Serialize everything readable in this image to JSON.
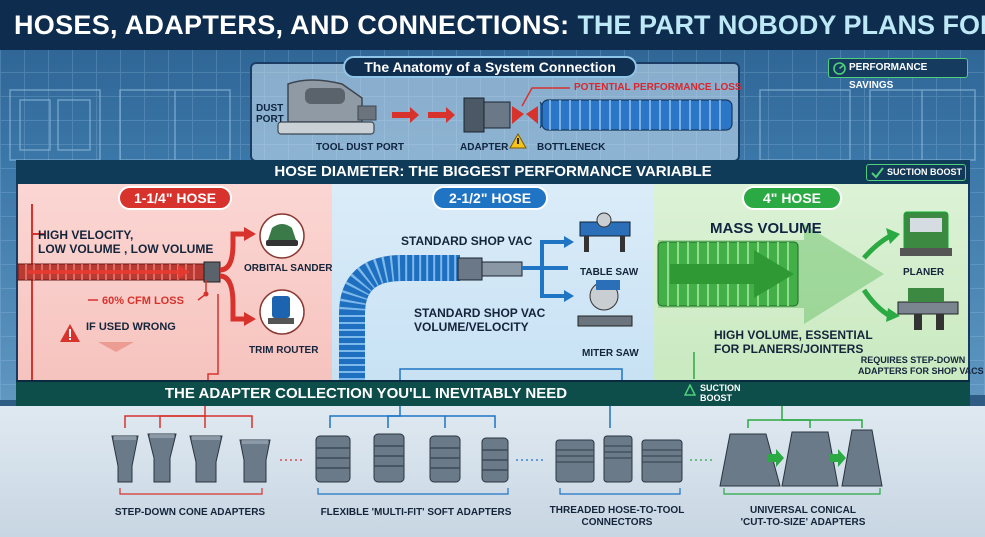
{
  "title": {
    "main": "HOSES, ADAPTERS, AND CONNECTIONS:",
    "accent": "THE PART NOBODY PLANS FOR"
  },
  "anatomy": {
    "heading": "The Anatomy of a System Connection",
    "dust_port": "DUST PORT",
    "tool_dust_port": "TOOL DUST PORT",
    "adapter": "ADAPTER",
    "bottleneck": "BOTTLENECK",
    "potential_loss": "POTENTIAL PERFORMANCE LOSS",
    "badge": "PERFORMANCE SAVINGS"
  },
  "diameter": {
    "heading": "HOSE DIAMETER: THE BIGGEST PERFORMANCE VARIABLE",
    "badge": "SUCTION BOOST",
    "small": {
      "label": "1-1/4\" HOSE",
      "desc_line1": "HIGH VELOCITY,",
      "desc_line2": "LOW VOLUME , LOW VOLUME",
      "cfm_loss": "60% CFM LOSS",
      "warning": "IF USED WRONG",
      "tool1": "ORBITAL SANDER",
      "tool2": "TRIM ROUTER"
    },
    "medium": {
      "label": "2-1/2\" HOSE",
      "desc_top": "STANDARD SHOP VAC",
      "desc_line1": "STANDARD SHOP VAC",
      "desc_line2": "VOLUME/VELOCITY",
      "tool1": "TABLE SAW",
      "tool2": "MITER SAW"
    },
    "large": {
      "label": "4\" HOSE",
      "mass": "MASS VOLUME",
      "desc_line1": "HIGH VOLUME, ESSENTIAL",
      "desc_line2": "FOR PLANERS/JOINTERS",
      "tool1": "PLANER",
      "note_line1": "REQUIRES STEP-DOWN",
      "note_line2": "ADAPTERS FOR SHOP VACS"
    }
  },
  "adapters": {
    "heading": "THE ADAPTER COLLECTION YOU'LL INEVITABLY NEED",
    "badge_line1": "SUCTION",
    "badge_line2": "BOOST",
    "groups": [
      {
        "line1": "STEP-DOWN CONE ADAPTERS",
        "line2": ""
      },
      {
        "line1": "FLEXIBLE 'MULTI-FIT' SOFT ADAPTERS",
        "line2": ""
      },
      {
        "line1": "THREADED HOSE-TO-TOOL",
        "line2": "CONNECTORS"
      },
      {
        "line1": "UNIVERSAL CONICAL",
        "line2": "'CUT-TO-SIZE' ADAPTERS"
      }
    ]
  },
  "colors": {
    "red": "#d8322d",
    "blue": "#1f74c4",
    "green": "#2ba943",
    "navy": "#0e2c4d",
    "bg": "#3b77a8"
  }
}
